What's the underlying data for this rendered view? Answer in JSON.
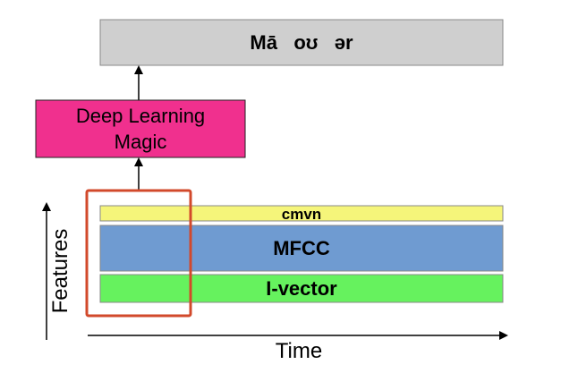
{
  "output_box": {
    "label": "Mā   oʊ   ər",
    "fill": "#cfcfcf"
  },
  "dl_box": {
    "line1": "Deep Learning",
    "line2": "Magic",
    "fill": "#f0308e"
  },
  "features": [
    {
      "label": "cmvn",
      "fill": "#f5f57a"
    },
    {
      "label": "MFCC",
      "fill": "#6f9bd1"
    },
    {
      "label": "I-vector",
      "fill": "#66f25e"
    }
  ],
  "window_color": "#d2492b",
  "axes": {
    "x_label": "Time",
    "y_label": "Features"
  }
}
